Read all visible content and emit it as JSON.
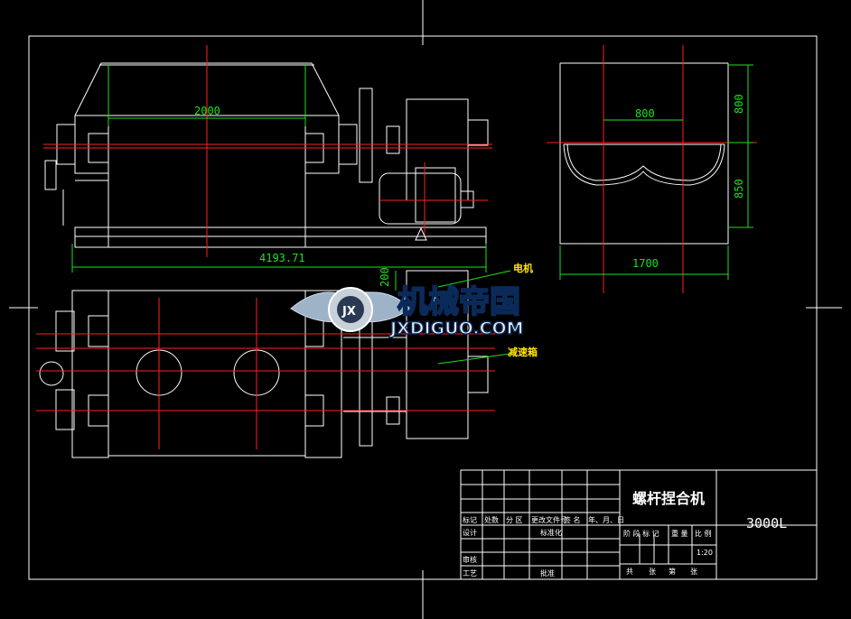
{
  "dimensions": {
    "length_inner": "2000",
    "length_total": "4193.71",
    "gap": "200",
    "width_inner": "800",
    "width_total": "1700",
    "height_upper": "800",
    "height_lower": "850"
  },
  "annotations": {
    "motor": "电机",
    "reducer": "减速箱"
  },
  "watermark": {
    "cn": "机械帝国",
    "en": "JXDIGUO.COM",
    "badge": "JX"
  },
  "title_block": {
    "title": "螺杆捏合机",
    "model": "3000L",
    "scale": "1:20",
    "rev_headers": [
      "标记",
      "处数",
      "分 区",
      "更改文件号",
      "签 名",
      "年、月、日"
    ],
    "design": "设计",
    "std": "标准化",
    "check": "审核",
    "process": "工艺",
    "approve": "批准",
    "stage_label": "阶 段 标 记",
    "weight_label": "重 量",
    "ratio_label": "比 例",
    "sheet_total": "共",
    "sheet_unit": "张",
    "sheet_no": "第",
    "sheet_unit2": "张"
  }
}
